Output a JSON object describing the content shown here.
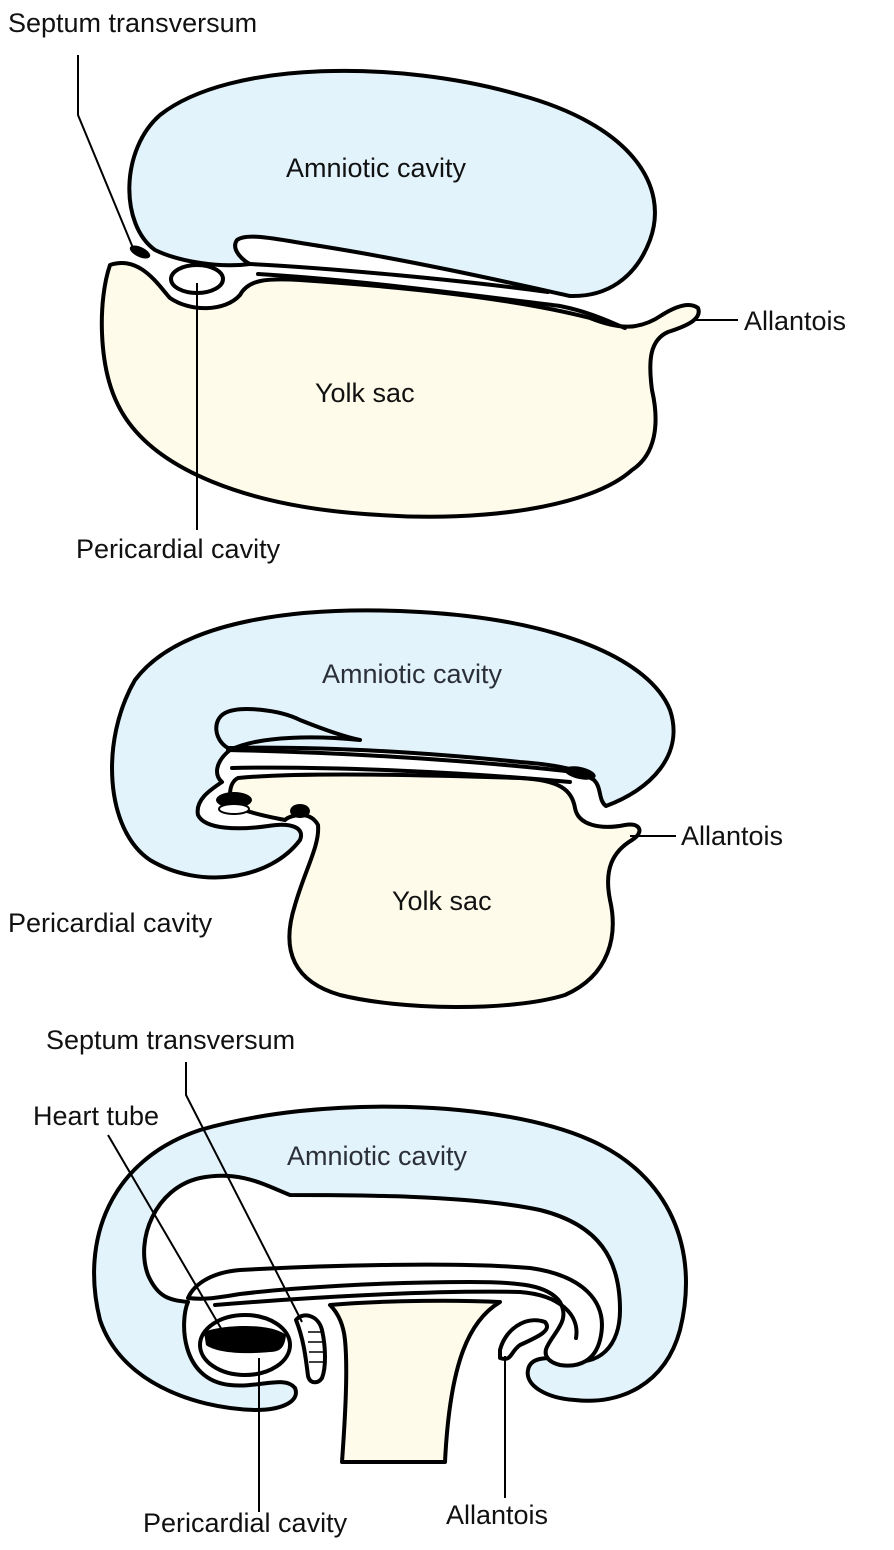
{
  "colors": {
    "amniotic_fill": "#e2f3fc",
    "yolk_fill": "#fffbea",
    "outline": "#000000",
    "background": "#ffffff"
  },
  "stage1": {
    "septum_transversum": "Septum transversum",
    "amniotic_cavity": "Amniotic cavity",
    "allantois": "Allantois",
    "yolk_sac": "Yolk sac",
    "pericardial_cavity": "Pericardial cavity"
  },
  "stage2": {
    "amniotic_cavity": "Amniotic cavity",
    "allantois": "Allantois",
    "yolk_sac": "Yolk sac",
    "pericardial_cavity": "Pericardial cavity"
  },
  "stage3": {
    "septum_transversum": "Septum transversum",
    "heart_tube": "Heart tube",
    "amniotic_cavity": "Amniotic cavity",
    "pericardial_cavity": "Pericardial cavity",
    "allantois": "Allantois"
  }
}
